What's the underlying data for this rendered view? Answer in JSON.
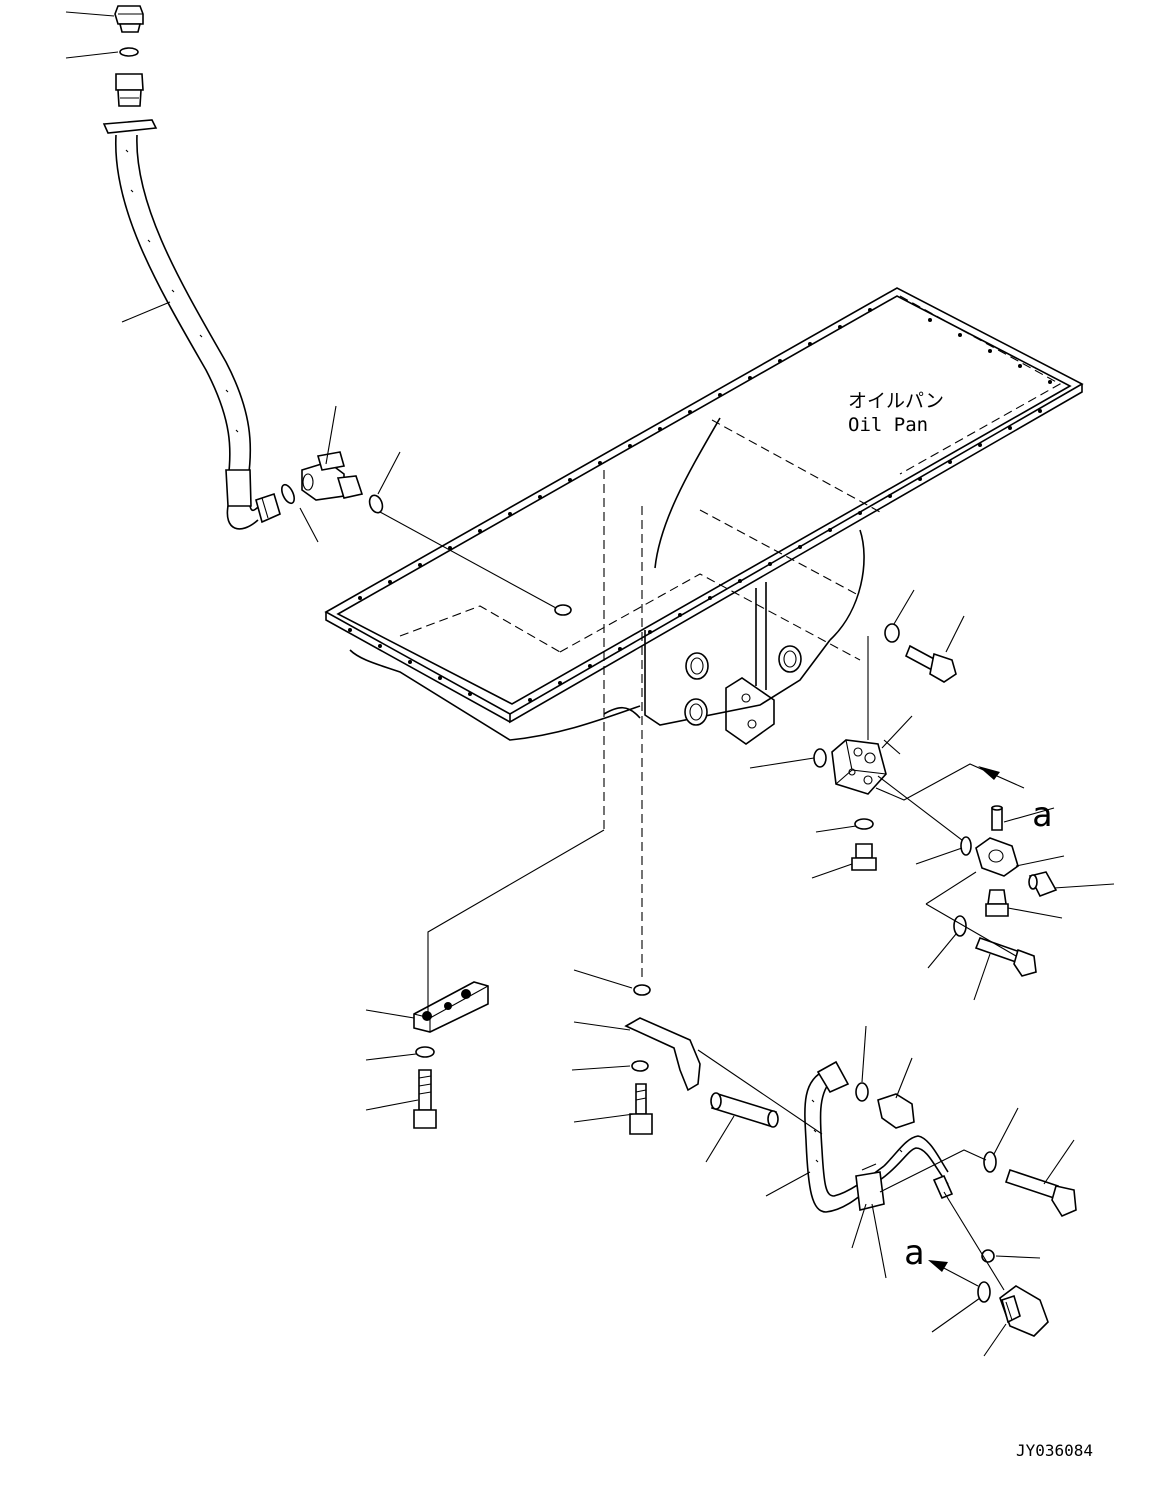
{
  "labels": {
    "oil_pan_jp": "オイルパン",
    "oil_pan_en": "Oil Pan",
    "ref_a_right": "a",
    "ref_a_left": "a",
    "drawing_no": "JY036084"
  }
}
